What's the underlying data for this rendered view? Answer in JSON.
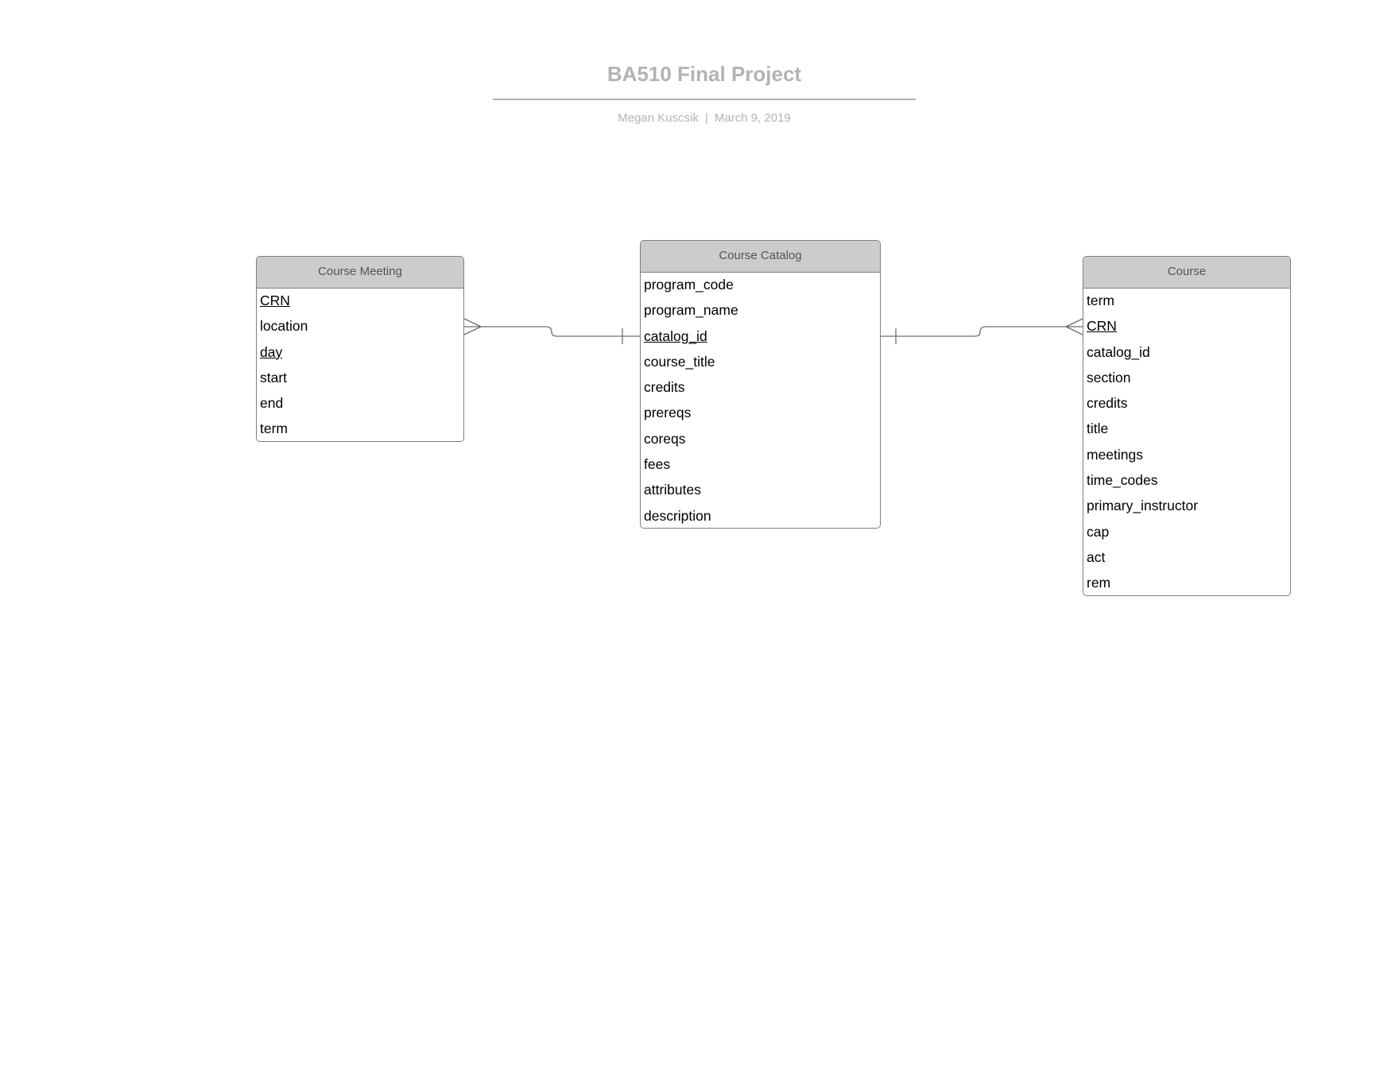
{
  "header": {
    "title": "BA510 Final Project",
    "author": "Megan Kuscsik",
    "separator": "|",
    "date": "March 9, 2019"
  },
  "entities": {
    "course_meeting": {
      "name": "Course Meeting",
      "fields": [
        {
          "label": "CRN",
          "key": true
        },
        {
          "label": "location",
          "key": false
        },
        {
          "label": "day",
          "key": true
        },
        {
          "label": "start",
          "key": false
        },
        {
          "label": "end",
          "key": false
        },
        {
          "label": "term",
          "key": false
        }
      ]
    },
    "course_catalog": {
      "name": "Course Catalog",
      "fields": [
        {
          "label": "program_code",
          "key": false
        },
        {
          "label": "program_name",
          "key": false
        },
        {
          "label": "catalog_id",
          "key": true
        },
        {
          "label": "course_title",
          "key": false
        },
        {
          "label": "credits",
          "key": false
        },
        {
          "label": "prereqs",
          "key": false
        },
        {
          "label": "coreqs",
          "key": false
        },
        {
          "label": "fees",
          "key": false
        },
        {
          "label": "attributes",
          "key": false
        },
        {
          "label": "description",
          "key": false
        }
      ]
    },
    "course": {
      "name": "Course",
      "fields": [
        {
          "label": "term",
          "key": false
        },
        {
          "label": "CRN",
          "key": true
        },
        {
          "label": "catalog_id",
          "key": false
        },
        {
          "label": "section",
          "key": false
        },
        {
          "label": "credits",
          "key": false
        },
        {
          "label": "title",
          "key": false
        },
        {
          "label": "meetings",
          "key": false
        },
        {
          "label": "time_codes",
          "key": false
        },
        {
          "label": "primary_instructor",
          "key": false
        },
        {
          "label": "cap",
          "key": false
        },
        {
          "label": "act",
          "key": false
        },
        {
          "label": "rem",
          "key": false
        }
      ]
    }
  },
  "relationships": [
    {
      "from": "course_meeting",
      "from_cardinality": "many",
      "to": "course_catalog",
      "to_cardinality": "one"
    },
    {
      "from": "course_catalog",
      "from_cardinality": "one",
      "to": "course",
      "to_cardinality": "many"
    }
  ]
}
